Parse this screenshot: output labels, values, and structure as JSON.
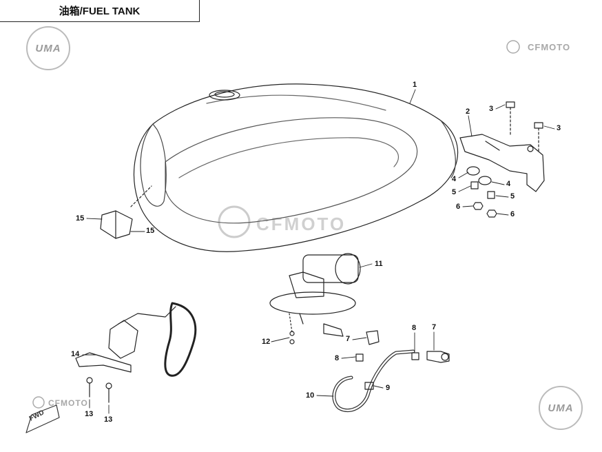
{
  "header": {
    "title": "油箱/FUEL TANK"
  },
  "logos": {
    "uma_text": "UMA",
    "cfmoto_text": "CFMOTO"
  },
  "fwd_label": "FWD",
  "callouts": [
    {
      "id": "c1",
      "label": "1"
    },
    {
      "id": "c2",
      "label": "2"
    },
    {
      "id": "c3a",
      "label": "3"
    },
    {
      "id": "c3b",
      "label": "3"
    },
    {
      "id": "c4a",
      "label": "4"
    },
    {
      "id": "c4b",
      "label": "4"
    },
    {
      "id": "c5a",
      "label": "5"
    },
    {
      "id": "c5b",
      "label": "5"
    },
    {
      "id": "c6a",
      "label": "6"
    },
    {
      "id": "c6b",
      "label": "6"
    },
    {
      "id": "c7a",
      "label": "7"
    },
    {
      "id": "c7b",
      "label": "7"
    },
    {
      "id": "c8a",
      "label": "8"
    },
    {
      "id": "c8b",
      "label": "8"
    },
    {
      "id": "c9",
      "label": "9"
    },
    {
      "id": "c10",
      "label": "10"
    },
    {
      "id": "c11",
      "label": "11"
    },
    {
      "id": "c12",
      "label": "12"
    },
    {
      "id": "c13a",
      "label": "13"
    },
    {
      "id": "c13b",
      "label": "13"
    },
    {
      "id": "c14",
      "label": "14"
    },
    {
      "id": "c15a",
      "label": "15"
    },
    {
      "id": "c15b",
      "label": "15"
    }
  ]
}
